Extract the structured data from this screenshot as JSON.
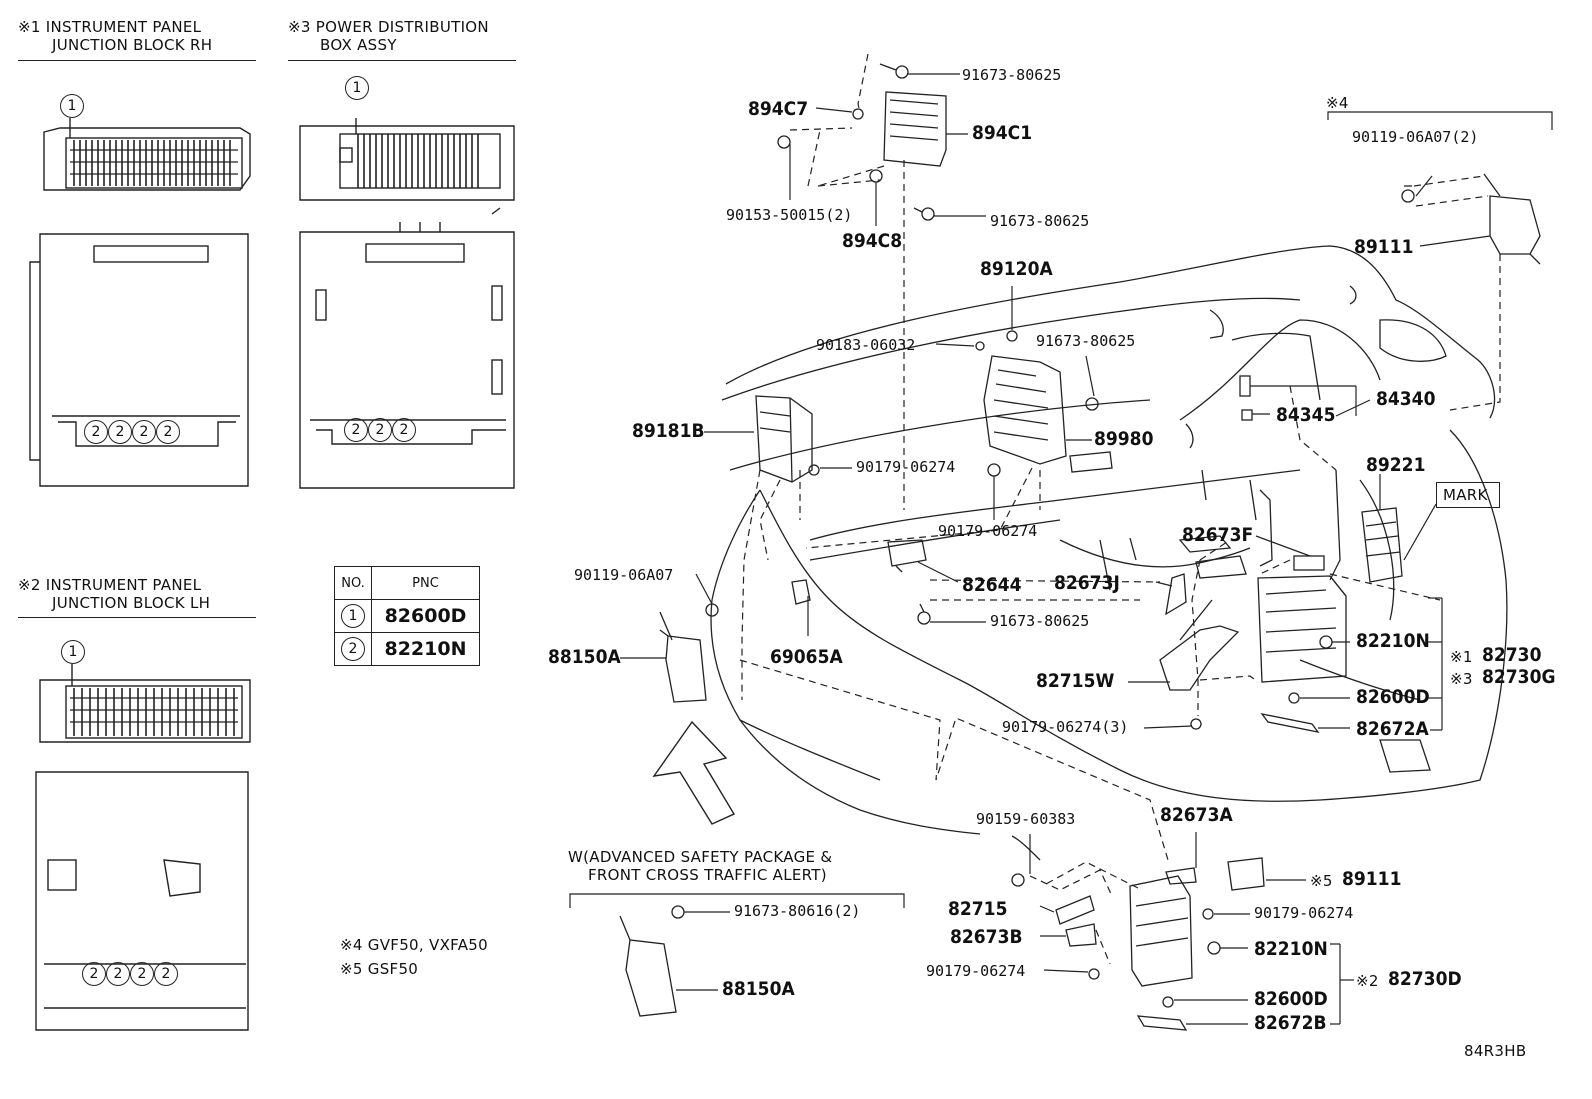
{
  "insets": {
    "rh": {
      "mark": "※1",
      "line1": "INSTRUMENT PANEL",
      "line2": "JUNCTION BLOCK RH"
    },
    "pdb": {
      "mark": "※3",
      "line1": "POWER DISTRIBUTION",
      "line2": "BOX ASSY"
    },
    "lh": {
      "mark": "※2",
      "line1": "INSTRUMENT PANEL",
      "line2": "JUNCTION BLOCK LH"
    }
  },
  "pnc_table": {
    "headers": [
      "NO.",
      "PNC"
    ],
    "rows": [
      {
        "no": "1",
        "pnc": "82600D"
      },
      {
        "no": "2",
        "pnc": "82210N"
      }
    ]
  },
  "notes": {
    "n4": "※4 GVF50, VXFA50",
    "n5": "※5 GSF50",
    "n4_bracket": "※4"
  },
  "package_caption": {
    "line1": "W(ADVANCED SAFETY PACKAGE &",
    "line2": "FRONT CROSS TRAFFIC ALERT)"
  },
  "callouts": {
    "c1": "1",
    "c2": "2"
  },
  "labels": {
    "p91673_80625_a": "91673-80625",
    "p894C7": "894C7",
    "p894C1": "894C1",
    "p90153": "90153-50015(2)",
    "p894C8": "894C8",
    "p91673_80625_b": "91673-80625",
    "p89120A": "89120A",
    "p90183": "90183-06032",
    "p91673_80625_c": "91673-80625",
    "p89181B": "89181B",
    "p89980": "89980",
    "p90179_a": "90179-06274",
    "p90179_b": "90179-06274",
    "p90119_a": "90119-06A07(2)",
    "p89111_a": "89111",
    "p84340": "84340",
    "p84345": "84345",
    "p89221": "89221",
    "mark": "MARK",
    "p82673F": "82673F",
    "p82673J": "82673J",
    "p82644": "82644",
    "p90119_b": "90119-06A07",
    "p88150A_a": "88150A",
    "p69065A": "69065A",
    "p91673_80625_d": "91673-80625",
    "p82715W": "82715W",
    "p90179_c": "90179-06274(3)",
    "p82210N_a": "82210N",
    "p82600D_a": "82600D",
    "p82672A": "82672A",
    "p82730": "82730",
    "p82730G": "82730G",
    "m1": "※1",
    "m3": "※3",
    "p90159": "90159-60383",
    "p82673A": "82673A",
    "p91673_80616": "91673-80616(2)",
    "p88150A_b": "88150A",
    "p82715": "82715",
    "p82673B": "82673B",
    "p90179_d": "90179-06274",
    "p89111_b": "89111",
    "m5": "※5",
    "p90179_e": "90179-06274",
    "p82210N_b": "82210N",
    "p82600D_b": "82600D",
    "p82672B": "82672B",
    "p82730D": "82730D",
    "m2": "※2",
    "ref": "84R3HB"
  }
}
